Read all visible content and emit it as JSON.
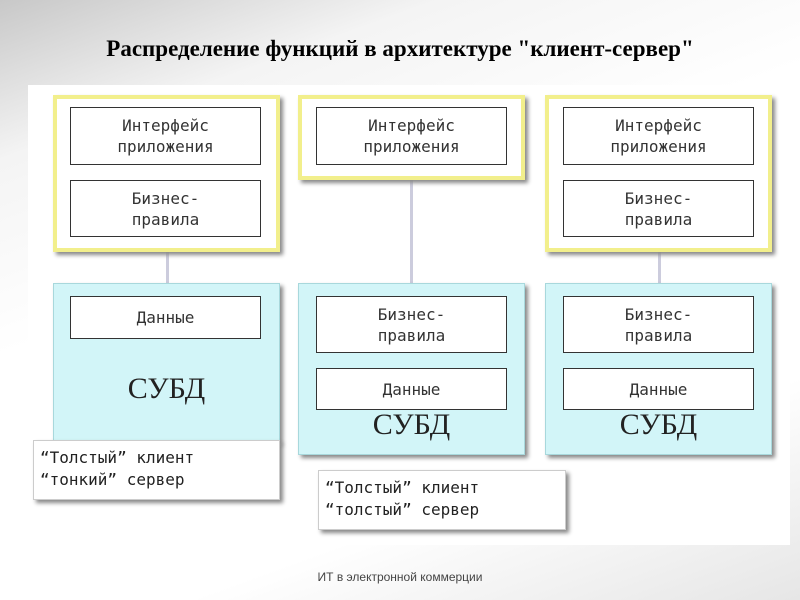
{
  "title": "Распределение функций в архитектуре \"клиент-сервер\"",
  "columns": [
    {
      "client": [
        "Интерфейс приложения",
        "Бизнес-правила"
      ],
      "server": [
        "Данные"
      ],
      "dbms": "СУБД",
      "caption": [
        "“Толстый” клиент",
        "“тонкий” сервер"
      ]
    },
    {
      "client": [
        "Интерфейс приложения"
      ],
      "server": [
        "Бизнес-правила",
        "Данные"
      ],
      "dbms": "СУБД",
      "caption": [
        "“Толстый” клиент",
        "“толстый” сервер"
      ]
    },
    {
      "client": [
        "Интерфейс приложения",
        "Бизнес-правила"
      ],
      "server": [
        "Бизнес-правила",
        "Данные"
      ],
      "dbms": "СУБД"
    }
  ],
  "labels": {
    "interface": "Интерфейс\nприложения",
    "business": "Бизнес-\nправила",
    "data": "Данные"
  },
  "footer": "ИТ в электронной коммерции"
}
